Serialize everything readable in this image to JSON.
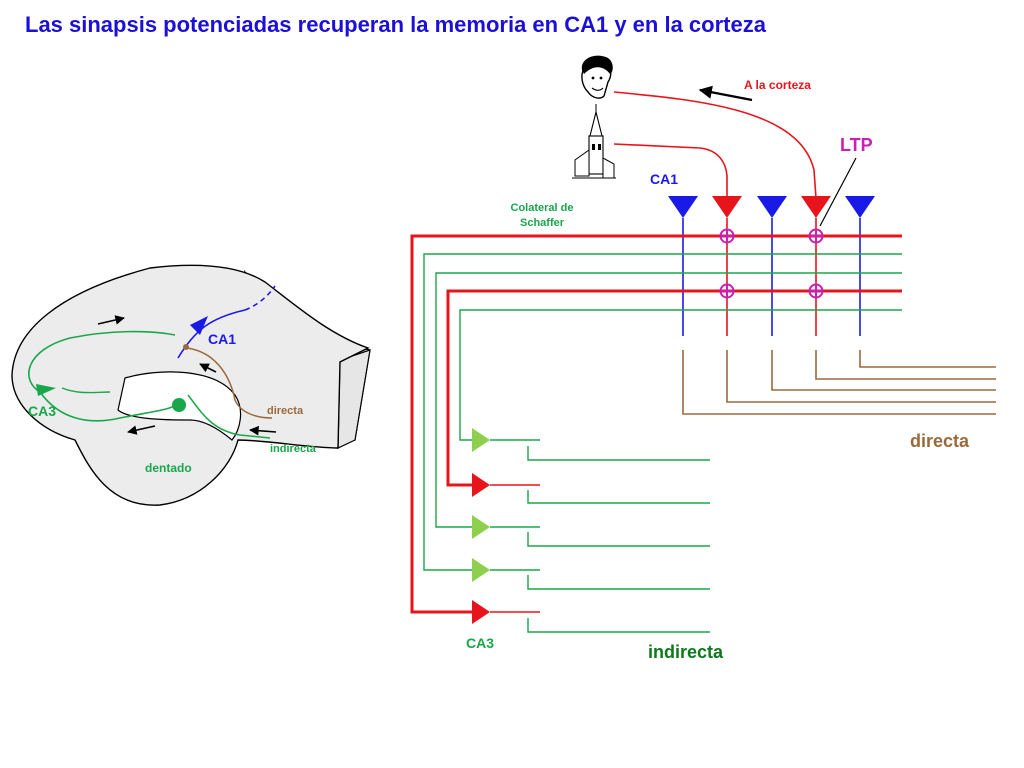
{
  "title": "Las sinapsis potenciadas recuperan la memoria en CA1 y en la corteza",
  "hippocampus": {
    "ca1": "CA1",
    "ca3": "CA3",
    "dentate": "dentado",
    "direct": "directa",
    "indirect": "indirecta"
  },
  "circuit": {
    "to_cortex": "A la corteza",
    "ltp": "LTP",
    "ca1": "CA1",
    "schaffer": [
      "Colateral de",
      "Schaffer"
    ],
    "ca3": "CA3",
    "direct": "directa",
    "indirect": "indirecta"
  },
  "colors": {
    "title": "#1c10d8",
    "blue": "#1a1ae6",
    "red": "#e8141c",
    "green": "#1aa64a",
    "light_green": "#8ed04e",
    "brown": "#9a6a3c",
    "magenta": "#c81fb4",
    "dark_green": "#0a7a1a"
  }
}
